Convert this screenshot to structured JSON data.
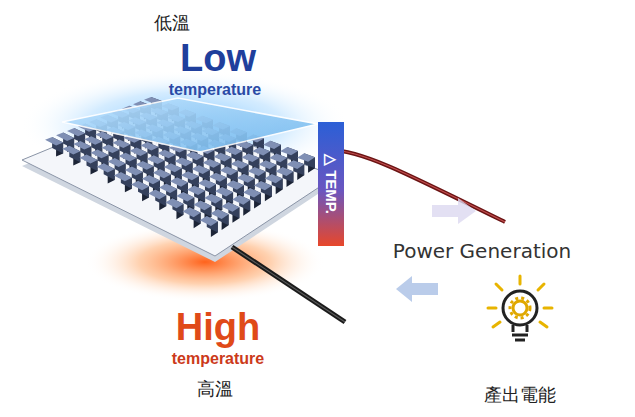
{
  "diagram": {
    "nodes": [
      {
        "text": [
          "△ TEMP."
        ]
      }
    ],
    "labels": [
      "低溫",
      "Low",
      "temperature",
      "Power Generation",
      "High",
      "temperature",
      "高溫",
      "產出電能"
    ]
  }
}
